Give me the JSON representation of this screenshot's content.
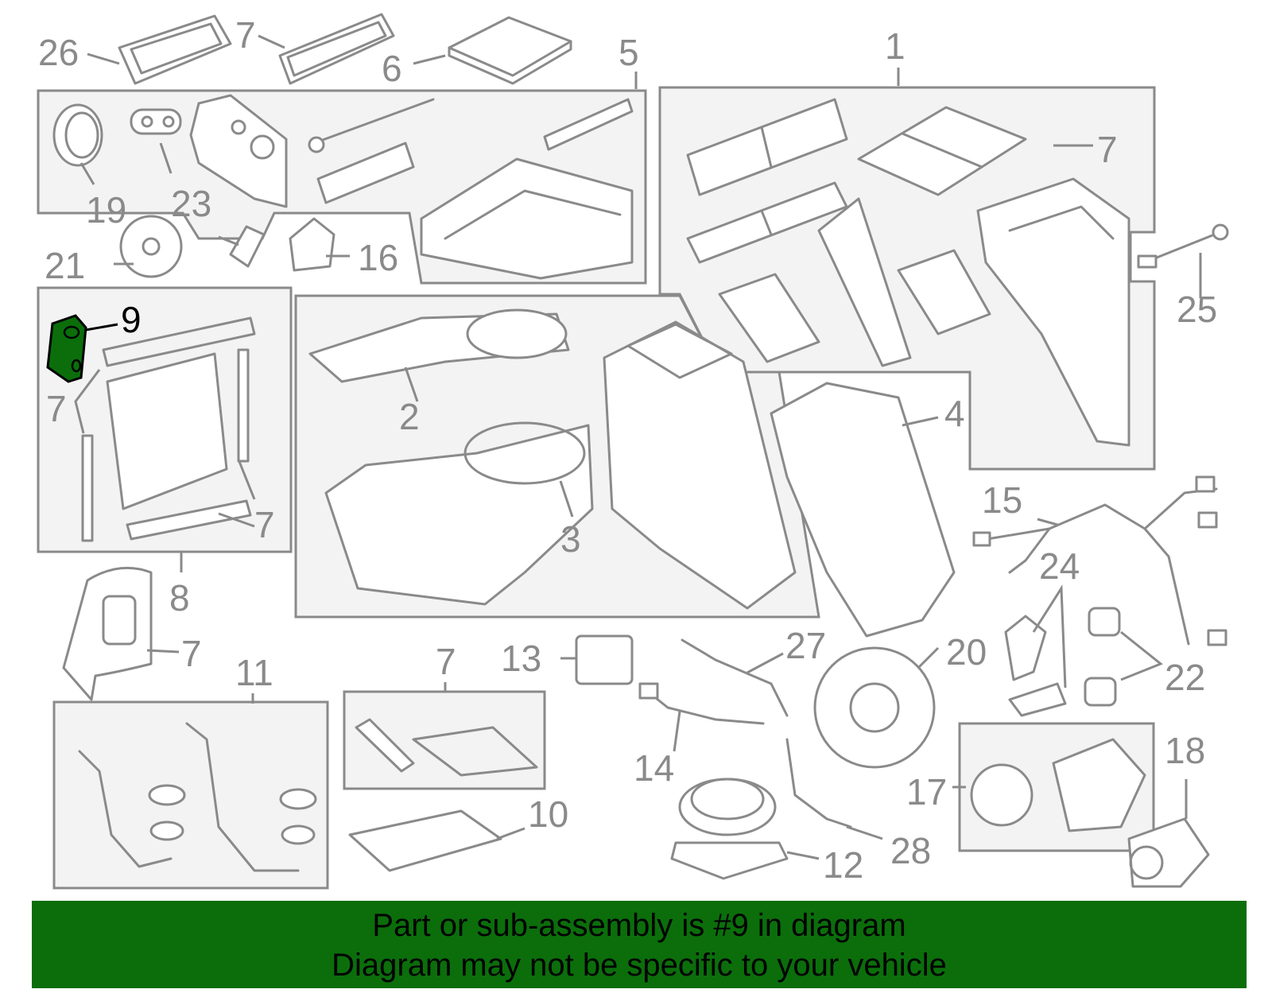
{
  "diagram": {
    "highlight_color": "#0b6e0b",
    "line_color": "#8a8a8a",
    "callouts": {
      "c1": "1",
      "c2": "2",
      "c3": "3",
      "c4": "4",
      "c5": "5",
      "c6": "6",
      "c7a": "7",
      "c7b": "7",
      "c7c": "7",
      "c7d": "7",
      "c7e": "7",
      "c7f": "7",
      "c8": "8",
      "c9": "9",
      "c10": "10",
      "c11": "11",
      "c12": "12",
      "c13": "13",
      "c14": "14",
      "c15": "15",
      "c16": "16",
      "c17": "17",
      "c18": "18",
      "c19": "19",
      "c20": "20",
      "c21": "21",
      "c22": "22",
      "c23": "23",
      "c24": "24",
      "c25": "25",
      "c26": "26",
      "c27": "27",
      "c28": "28"
    }
  },
  "banner": {
    "color": "#0b6e0b",
    "line1": "Part or sub-assembly is #9 in diagram",
    "line2": "Diagram may not be specific to your vehicle"
  }
}
